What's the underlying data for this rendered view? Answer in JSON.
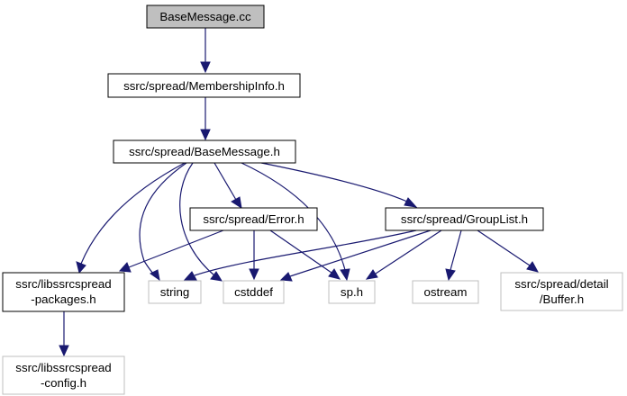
{
  "colors": {
    "edge": "#191970",
    "root_fill": "#bfbfbf",
    "normal_border": "#000000",
    "external_border": "#bfbfbf",
    "text": "#000000"
  },
  "nodes": {
    "basemessage_cc": {
      "label": "BaseMessage.cc",
      "style": "root"
    },
    "membershipinfo_h": {
      "label": "ssrc/spread/MembershipInfo.h",
      "style": "normal"
    },
    "basemessage_h": {
      "label": "ssrc/spread/BaseMessage.h",
      "style": "normal"
    },
    "error_h": {
      "label": "ssrc/spread/Error.h",
      "style": "normal"
    },
    "grouplist_h": {
      "label": "ssrc/spread/GroupList.h",
      "style": "normal"
    },
    "packages_h": {
      "lines": [
        "ssrc/libssrcspread",
        "-packages.h"
      ],
      "style": "normal"
    },
    "string": {
      "label": "string",
      "style": "external"
    },
    "cstddef": {
      "label": "cstddef",
      "style": "external"
    },
    "sp_h": {
      "label": "sp.h",
      "style": "external"
    },
    "ostream": {
      "label": "ostream",
      "style": "external"
    },
    "buffer_h": {
      "lines": [
        "ssrc/spread/detail",
        "/Buffer.h"
      ],
      "style": "external"
    },
    "config_h": {
      "lines": [
        "ssrc/libssrcspread",
        "-config.h"
      ],
      "style": "external"
    }
  },
  "edges": [
    [
      "basemessage_cc",
      "membershipinfo_h"
    ],
    [
      "membershipinfo_h",
      "basemessage_h"
    ],
    [
      "basemessage_h",
      "packages_h"
    ],
    [
      "basemessage_h",
      "string"
    ],
    [
      "basemessage_h",
      "cstddef"
    ],
    [
      "basemessage_h",
      "error_h"
    ],
    [
      "basemessage_h",
      "sp_h"
    ],
    [
      "basemessage_h",
      "grouplist_h"
    ],
    [
      "error_h",
      "packages_h"
    ],
    [
      "error_h",
      "cstddef"
    ],
    [
      "error_h",
      "sp_h"
    ],
    [
      "grouplist_h",
      "string"
    ],
    [
      "grouplist_h",
      "cstddef"
    ],
    [
      "grouplist_h",
      "sp_h"
    ],
    [
      "grouplist_h",
      "ostream"
    ],
    [
      "grouplist_h",
      "buffer_h"
    ],
    [
      "packages_h",
      "config_h"
    ]
  ]
}
